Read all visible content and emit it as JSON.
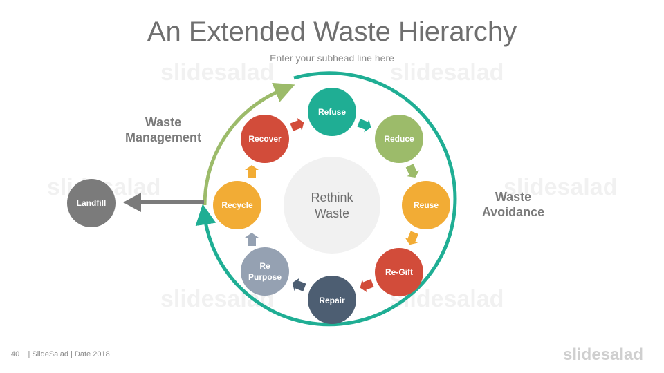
{
  "slide": {
    "title": "An Extended Waste Hierarchy",
    "subhead": "Enter your subhead line here",
    "footer": "40    | SlideSalad | Date 2018",
    "logo": "slidesalad",
    "watermark": "slidesalad"
  },
  "diagram": {
    "center": {
      "line1": "Rethink",
      "line2": "Waste"
    },
    "labels": {
      "management_line1": "Waste",
      "management_line2": "Management",
      "avoidance_line1": "Waste",
      "avoidance_line2": "Avoidance"
    },
    "landfill": {
      "label": "Landfill",
      "color": "#7b7b7b"
    },
    "nodes": [
      {
        "label": "Refuse",
        "color": "#1fae94"
      },
      {
        "label": "Reduce",
        "color": "#9cbb6a"
      },
      {
        "label": "Reuse",
        "color": "#f2ac35"
      },
      {
        "label": "Re-Gift",
        "color": "#d24c3a"
      },
      {
        "label": "Repair",
        "color": "#4d5e72"
      },
      {
        "line1": "Re",
        "line2": "Purpose",
        "color": "#95a1b2"
      },
      {
        "label": "Recycle",
        "color": "#f2ac35"
      },
      {
        "label": "Recover",
        "color": "#d24c3a"
      }
    ],
    "colors": {
      "avoidance_arc": "#1fae94",
      "management_arc": "#9cbb6a",
      "landfill_arrow": "#7b7b7b",
      "center_fill": "#f1f1f1"
    }
  }
}
